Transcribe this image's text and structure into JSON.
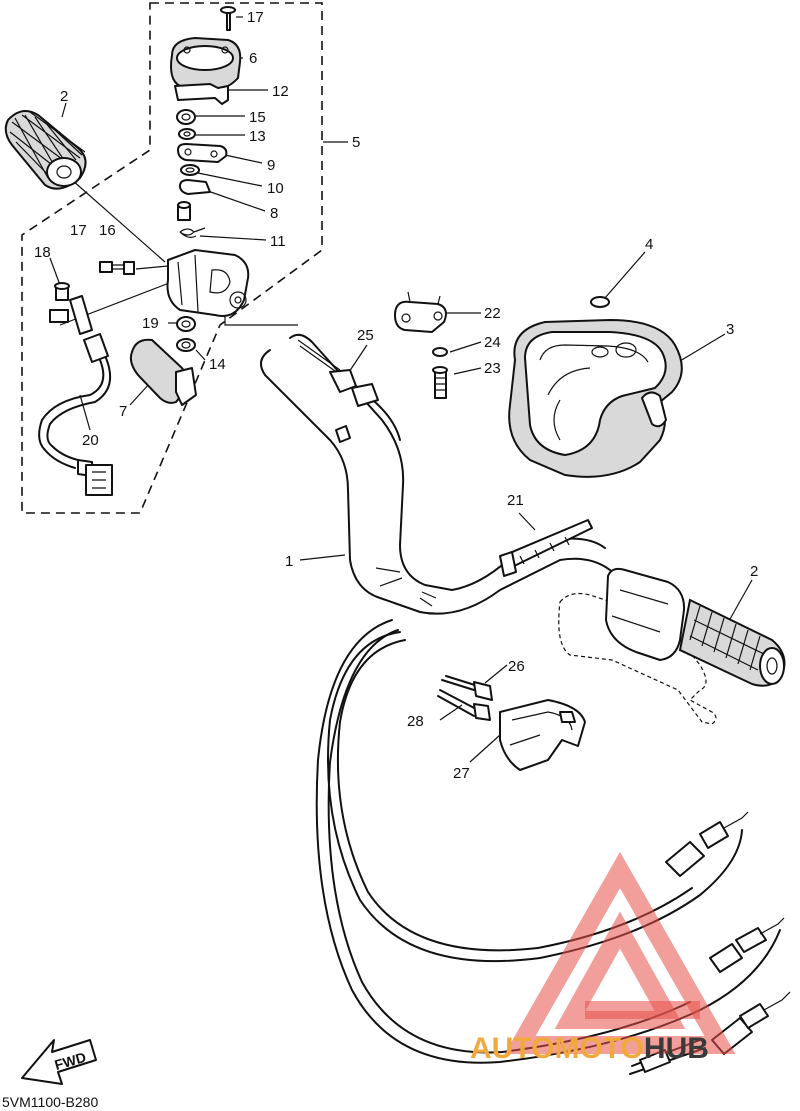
{
  "diagram": {
    "code": "5VM1100-B280",
    "fwd_label": "FWD",
    "callouts": [
      "1",
      "2",
      "2",
      "3",
      "4",
      "5",
      "6",
      "7",
      "8",
      "9",
      "10",
      "11",
      "12",
      "13",
      "14",
      "15",
      "16",
      "17",
      "17",
      "18",
      "19",
      "20",
      "21",
      "22",
      "23",
      "24",
      "25",
      "26",
      "27",
      "28"
    ]
  },
  "watermark": {
    "text_orange": "AUTOMOTO",
    "text_dark": "HUB",
    "color_primary": "#f2a93b",
    "color_secondary": "#e8504a",
    "color_dark": "#3a3a3a"
  }
}
